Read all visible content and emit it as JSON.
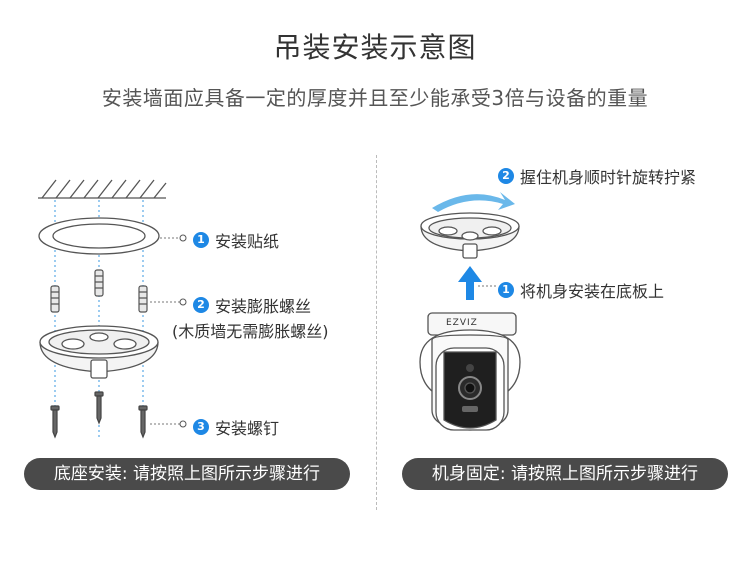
{
  "header": {
    "title": "吊装安装示意图",
    "subtitle": "安装墙面应具备一定的厚度并且至少能承受3倍与设备的重量"
  },
  "left": {
    "steps": [
      {
        "num": "1",
        "label": "安装贴纸"
      },
      {
        "num": "2",
        "label": "安装膨胀螺丝",
        "note": "(木质墙无需膨胀螺丝)"
      },
      {
        "num": "3",
        "label": "安装螺钉"
      }
    ],
    "caption": "底座安装: 请按照上图所示步骤进行"
  },
  "right": {
    "steps": [
      {
        "num": "2",
        "label": "握住机身顺时针旋转拧紧"
      },
      {
        "num": "1",
        "label": "将机身安装在底板上"
      }
    ],
    "caption": "机身固定: 请按照上图所示步骤进行",
    "camera_logo": "EZVIZ"
  },
  "colors": {
    "accent": "#1e88e5",
    "pill": "#4a4a4a",
    "line": "#555555",
    "arrow_rotate": "#6ab8ea",
    "guide": "#5aa9e6"
  }
}
